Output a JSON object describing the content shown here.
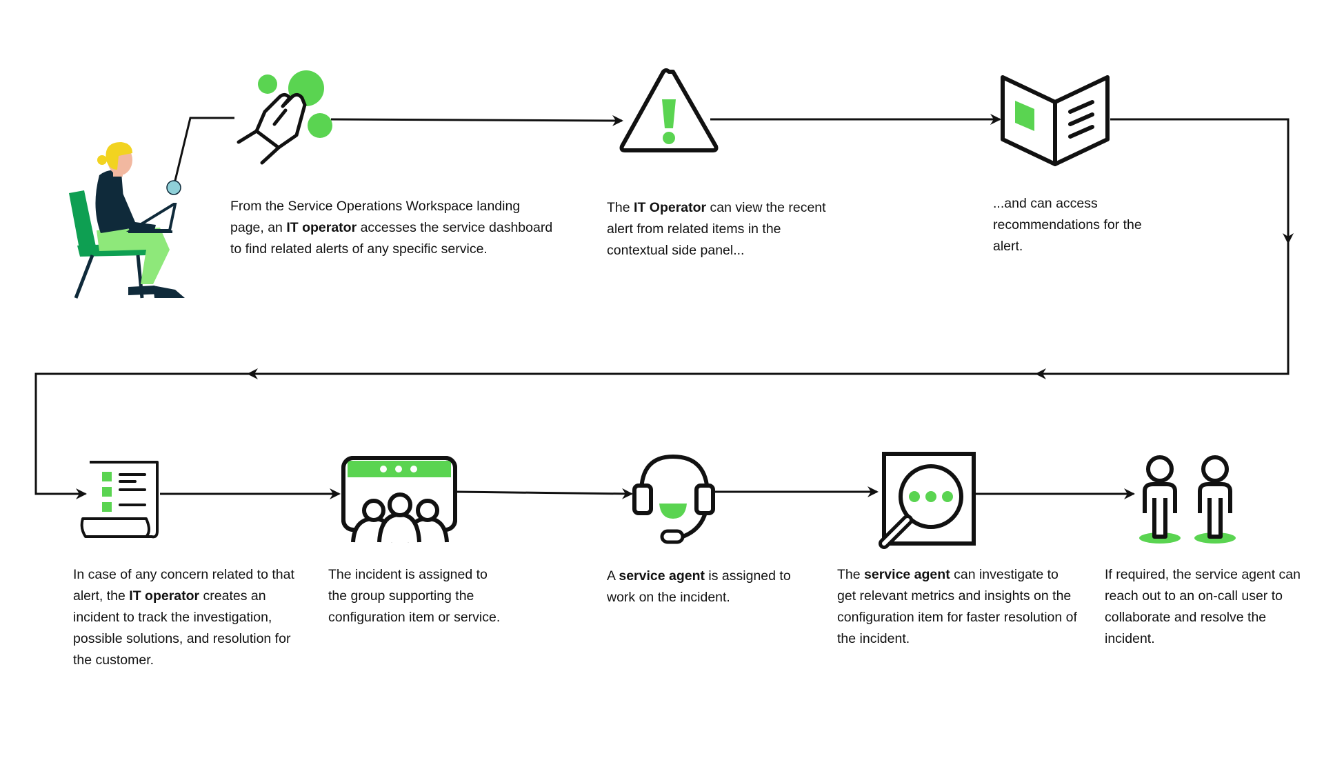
{
  "colors": {
    "green": "#5ad451",
    "chair_green": "#0e9f52",
    "dark": "#111111",
    "navy": "#0f2a3a",
    "teal_dot": "#8fd0d8",
    "skin": "#f2b8a0",
    "hair": "#f2d320",
    "pants": "#8ee87a"
  },
  "steps": [
    {
      "id": "landing",
      "icon": "touch-hand-icon",
      "segments": [
        "From the Service Operations Workspace landing page, an ",
        "IT operator",
        " accesses the service dashboard to find related alerts of any specific service."
      ]
    },
    {
      "id": "alert",
      "icon": "warning-triangle-icon",
      "segments": [
        "The ",
        "IT Operator",
        " can view the recent alert from related items in the contextual side panel..."
      ]
    },
    {
      "id": "recommendations",
      "icon": "open-book-icon",
      "segments": [
        "...and can access recommendations for the alert.",
        "",
        ""
      ]
    },
    {
      "id": "incident",
      "icon": "document-list-icon",
      "segments": [
        "In case of any concern related to that alert, the ",
        "IT operator",
        " creates an incident to track the investigation, possible solutions, and resolution for the customer."
      ]
    },
    {
      "id": "assigned-group",
      "icon": "group-window-icon",
      "segments": [
        "The incident is assigned to the group supporting the configuration item or service.",
        "",
        ""
      ]
    },
    {
      "id": "service-agent",
      "icon": "headset-agent-icon",
      "segments": [
        "A ",
        "service agent",
        " is assigned to work on the incident."
      ]
    },
    {
      "id": "investigate",
      "icon": "magnifier-icon",
      "segments": [
        "The ",
        "service agent",
        " can investigate to get relevant metrics and insights on the configuration item for faster resolution of the incident."
      ]
    },
    {
      "id": "on-call",
      "icon": "two-users-icon",
      "segments": [
        "If required, the service agent can reach out to an on-call user to collaborate and resolve the incident.",
        "",
        ""
      ]
    }
  ]
}
